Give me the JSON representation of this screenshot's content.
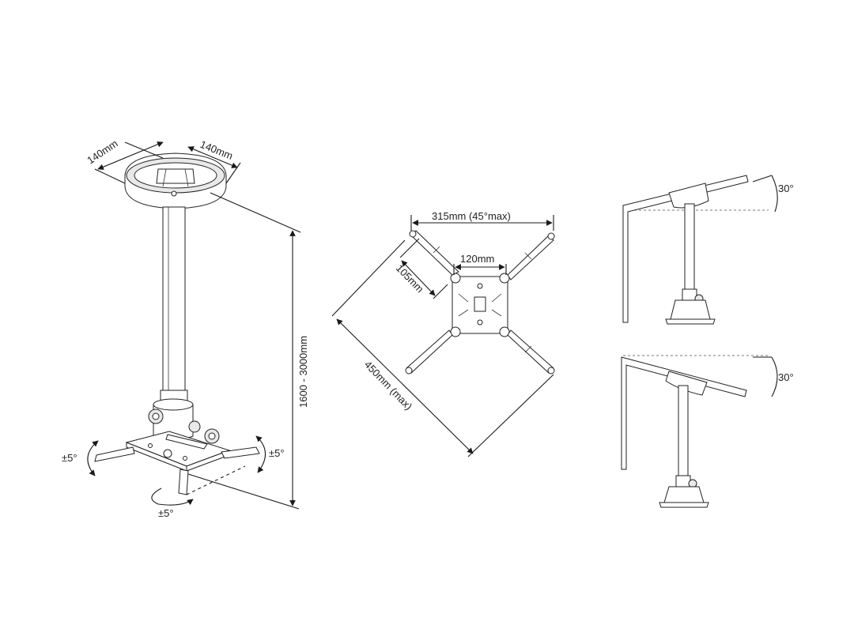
{
  "colors": {
    "line": "#1a1a1a",
    "fill": "#ffffff",
    "shade": "#e9e9e9",
    "text": "#222222"
  },
  "labels": {
    "plate_width_a": "140mm",
    "plate_width_b": "140mm",
    "height_range": "1600 - 3000mm",
    "tilt_left": "±5°",
    "tilt_right": "±5°",
    "swivel": "±5°",
    "arm_span_top": "315mm (45°max)",
    "center_span": "120mm",
    "arm_length": "105mm",
    "diagonal_max": "450mm (max)",
    "ceiling_angle_top": "30°",
    "ceiling_angle_bottom": "30°"
  },
  "icons": [
    "rotate-arrow-icon",
    "dimension-arrow-icon"
  ]
}
